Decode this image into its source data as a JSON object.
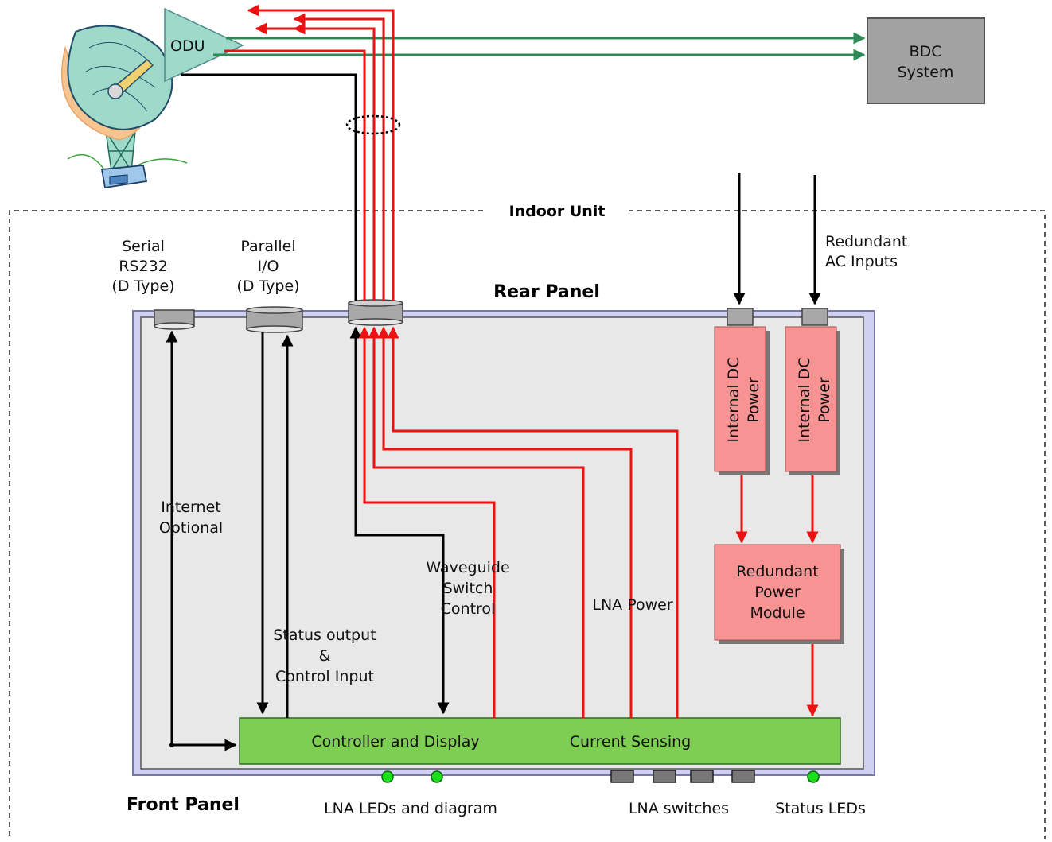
{
  "diagram": {
    "odu": "ODU",
    "bdc_line1": "BDC",
    "bdc_line2": "System",
    "indoor_unit": "Indoor Unit",
    "rear_panel": "Rear Panel",
    "front_panel": "Front Panel",
    "serial": [
      "Serial",
      "RS232",
      "(D Type)"
    ],
    "parallel": [
      "Parallel",
      "I/O",
      "(D Type)"
    ],
    "redundant_ac": [
      "Redundant",
      "AC Inputs"
    ],
    "internal_dc_1": [
      "Internal DC",
      "Power"
    ],
    "internal_dc_2": [
      "Internal DC",
      "Power"
    ],
    "redundant_power": [
      "Redundant",
      "Power",
      "Module"
    ],
    "internet": [
      "Internet",
      "Optional"
    ],
    "waveguide": [
      "Waveguide",
      "Switch",
      "Control"
    ],
    "lna_power": "LNA Power",
    "status_output": [
      "Status output",
      "&",
      "Control Input"
    ],
    "controller": "Controller and Display",
    "current_sensing": "Current Sensing",
    "lna_leds": "LNA LEDs and diagram",
    "lna_switches": "LNA switches",
    "status_leds": "Status LEDs",
    "colors": {
      "red_line": "#ee1111",
      "green_line": "#2e8b57",
      "panel_fill": "#e8e8e8",
      "panel_border": "#b8b8e6",
      "power_fill": "#f79393",
      "controller_fill": "#7dce52",
      "odu_fill": "#9fd9c9",
      "bdc_fill": "#a3a3a3",
      "led_green": "#19e019"
    }
  }
}
